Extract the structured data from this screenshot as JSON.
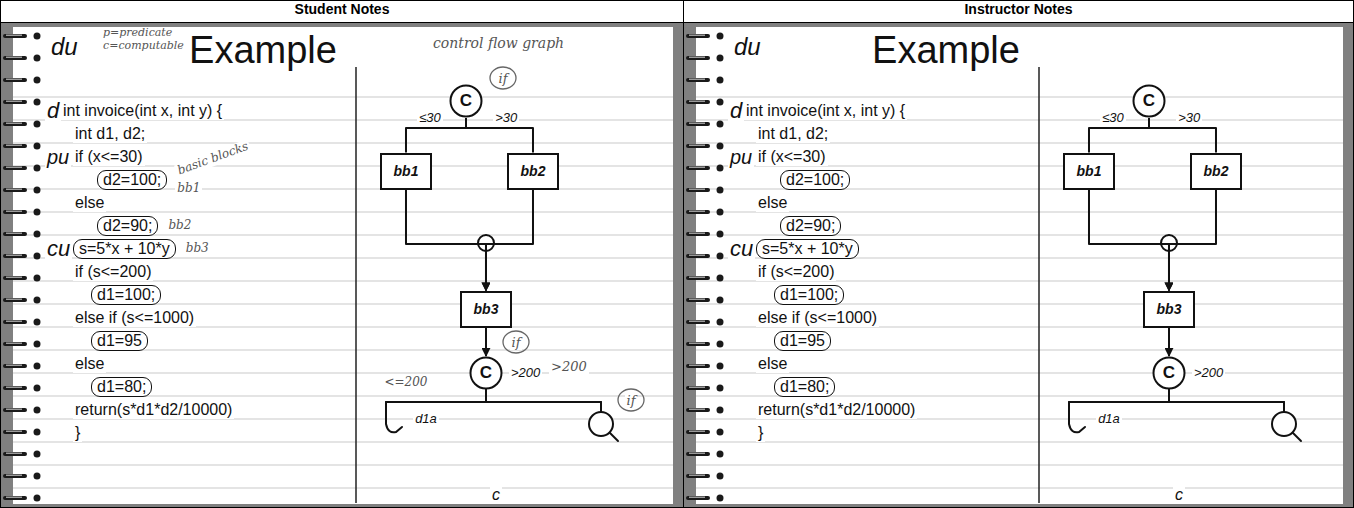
{
  "diagram": {
    "nodes": [
      {
        "text": [
          "Student Notes"
        ]
      },
      {
        "text": [
          "d2=100;"
        ],
        "in": 0
      },
      {
        "text": [
          "d2=90;"
        ],
        "in": 0
      },
      {
        "text": [
          "s=5*x + 10*y"
        ],
        "in": 0
      },
      {
        "text": [
          "d1=100;"
        ],
        "in": 0
      },
      {
        "text": [
          "d1=95"
        ],
        "in": 0
      },
      {
        "text": [
          "d1=80;"
        ],
        "in": 0
      },
      {
        "text": [
          "C"
        ],
        "in": 0
      },
      {
        "text": [
          "bb1"
        ],
        "in": 0
      },
      {
        "text": [
          "bb2"
        ],
        "in": 0
      },
      {
        "text": [
          "bb3"
        ],
        "in": 0
      },
      {
        "text": [
          "C"
        ],
        "in": 0
      },
      {
        "text": [
          "Instructor Notes"
        ]
      },
      {
        "text": [
          "d2=100;"
        ],
        "in": 12
      },
      {
        "text": [
          "d2=90;"
        ],
        "in": 12
      },
      {
        "text": [
          "s=5*x + 10*y"
        ],
        "in": 12
      },
      {
        "text": [
          "d1=100;"
        ],
        "in": 12
      },
      {
        "text": [
          "d1=95"
        ],
        "in": 12
      },
      {
        "text": [
          "d1=80;"
        ],
        "in": 12
      },
      {
        "text": [
          "C"
        ],
        "in": 12
      },
      {
        "text": [
          "bb1"
        ],
        "in": 12
      },
      {
        "text": [
          "bb2"
        ],
        "in": 12
      },
      {
        "text": [
          "bb3"
        ],
        "in": 12
      },
      {
        "text": [
          "C"
        ],
        "in": 12
      }
    ],
    "edges": [
      {
        "from": 7,
        "to": 8,
        "arrow": "none",
        "label": "≤30"
      },
      {
        "from": 7,
        "to": 9,
        "arrow": "none",
        "label": ">30"
      },
      {
        "from": 8,
        "to": 10,
        "arrow": "to"
      },
      {
        "from": 9,
        "to": 10,
        "arrow": "to"
      },
      {
        "from": 10,
        "to": 11,
        "arrow": "to"
      },
      {
        "from": 19,
        "to": 20,
        "arrow": "none",
        "label": "≤30"
      },
      {
        "from": 19,
        "to": 21,
        "arrow": "none",
        "label": ">30"
      },
      {
        "from": 20,
        "to": 22,
        "arrow": "to"
      },
      {
        "from": 21,
        "to": 22,
        "arrow": "to"
      },
      {
        "from": 22,
        "to": 23,
        "arrow": "to"
      }
    ],
    "labels": [
      "Example",
      "du",
      "p=predicate",
      "c=computable",
      "control flow graph",
      "d",
      "int invoice(int x, int y) {",
      "int d1, d2;",
      "pu",
      "if (x<=30)",
      "basic blocks",
      "bb1",
      "else",
      "bb2",
      "cu",
      "bb3",
      "if (s<=200)",
      "else if (s<=1000)",
      "else",
      "return(s*d1*d2/10000)",
      "}",
      "if",
      "if",
      ">200",
      ">200",
      "<=200",
      "d1a",
      "if",
      "c",
      "Example",
      "du",
      "d",
      "int invoice(int x, int y) {",
      "int d1, d2;",
      "pu",
      "if (x<=30)",
      "else",
      "cu",
      "if (s<=200)",
      "else if (s<=1000)",
      "else",
      "return(s*d1*d2/10000)",
      "}",
      ">200",
      "d1a",
      "c"
    ]
  }
}
